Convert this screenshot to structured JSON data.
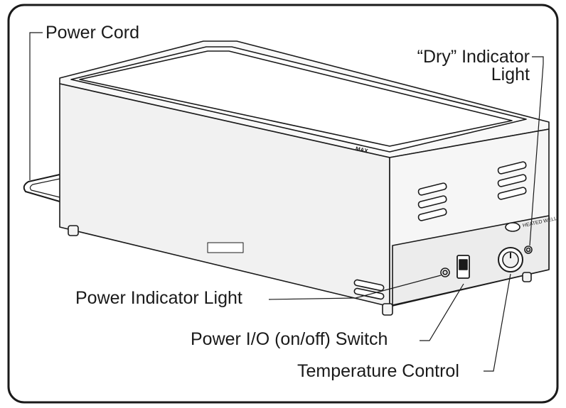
{
  "diagram": {
    "callouts": {
      "power_cord": "Power Cord",
      "dry_indicator_line1": "“Dry” Indicator",
      "dry_indicator_line2": "Light",
      "power_indicator": "Power Indicator Light",
      "power_switch": "Power I/O (on/off) Switch",
      "temperature_control": "Temperature Control"
    },
    "device_markings": {
      "max_fill": "MAX",
      "brand_panel": "HEATED WELL"
    },
    "colors": {
      "stroke": "#1a1a1a",
      "body_fill": "#f4f4f4",
      "panel_fill": "#ececec",
      "background": "#ffffff"
    }
  }
}
